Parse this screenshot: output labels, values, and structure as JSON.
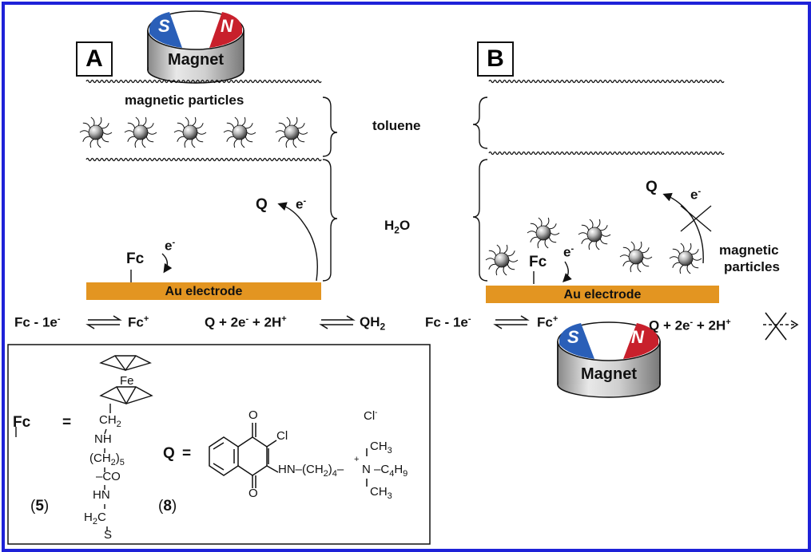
{
  "panel_a": {
    "label": "A",
    "magnet": {
      "text": "Magnet",
      "south": "S",
      "north": "N"
    },
    "particles_label": "magnetic particles",
    "electrode": "Au electrode",
    "fc": "Fc",
    "e_fc": "e",
    "e_fc_sup": "-",
    "q": "Q",
    "e_q": "e",
    "e_q_sup": "-"
  },
  "panel_b": {
    "label": "B",
    "magnet": {
      "text": "Magnet",
      "south": "S",
      "north": "N"
    },
    "particles_label_1": "magnetic",
    "particles_label_2": "particles",
    "electrode": "Au electrode",
    "fc": "Fc",
    "e_fc": "e",
    "e_fc_sup": "-",
    "q": "Q",
    "e_q": "e",
    "e_q_sup": "-"
  },
  "phases": {
    "toluene": "toluene",
    "water": "H",
    "water_sub": "2",
    "water_end": "O"
  },
  "equations": {
    "a_fc_left": "Fc  - 1e",
    "a_fc_sup": "-",
    "a_fc_right": "Fc",
    "a_fc_right_sup": "+",
    "a_q_left": "Q  + 2e",
    "a_q_sup1": "-",
    "a_q_mid": " + 2H",
    "a_q_sup2": "+",
    "a_q_right": "QH",
    "a_q_right_sub": "2",
    "b_fc_left": "Fc  - 1e",
    "b_fc_sup": "-",
    "b_fc_right": "Fc",
    "b_fc_right_sup": "+",
    "b_q_left": "Q  + 2e",
    "b_q_sup1": "-",
    "b_q_mid": " + 2H",
    "b_q_sup2": "+"
  },
  "structures": {
    "fc_symbol": "Fc",
    "equals1": "=",
    "fe": "Fe",
    "ch2_top": "CH",
    "ch2_top_sub": "2",
    "nh": "NH",
    "ch2_chain": "(CH",
    "ch2_chain_sub": "2",
    "ch2_chain_end": ")",
    "ch2_chain_n": "5",
    "co": "CO",
    "hn": "HN",
    "h2c": "H",
    "h2c_sub": "2",
    "h2c_end": "C",
    "s": "S",
    "num5_open": "(",
    "num5": "5",
    "num5_close": ")",
    "q_symbol": "Q",
    "equals2": "=",
    "o_top": "O",
    "o_bottom": "O",
    "cl": "Cl",
    "cl_minus": "Cl",
    "cl_minus_sup": "-",
    "chain": "HN–(CH",
    "chain_sub": "2",
    "chain_end": ")",
    "chain_n": "4",
    "n_plus": "+",
    "n": "N",
    "ch3_top": "CH",
    "ch3_top_sub": "3",
    "c4h9": "C",
    "c4h9_sub1": "4",
    "c4h9_h": "H",
    "c4h9_sub2": "9",
    "ch3_bottom": "CH",
    "ch3_bottom_sub": "3",
    "num8_open": "(",
    "num8": "8",
    "num8_close": ")"
  },
  "colors": {
    "frame": "#1e22d8",
    "electrode": "#e39521",
    "south": "#2a5fb8",
    "north": "#c8202c"
  }
}
